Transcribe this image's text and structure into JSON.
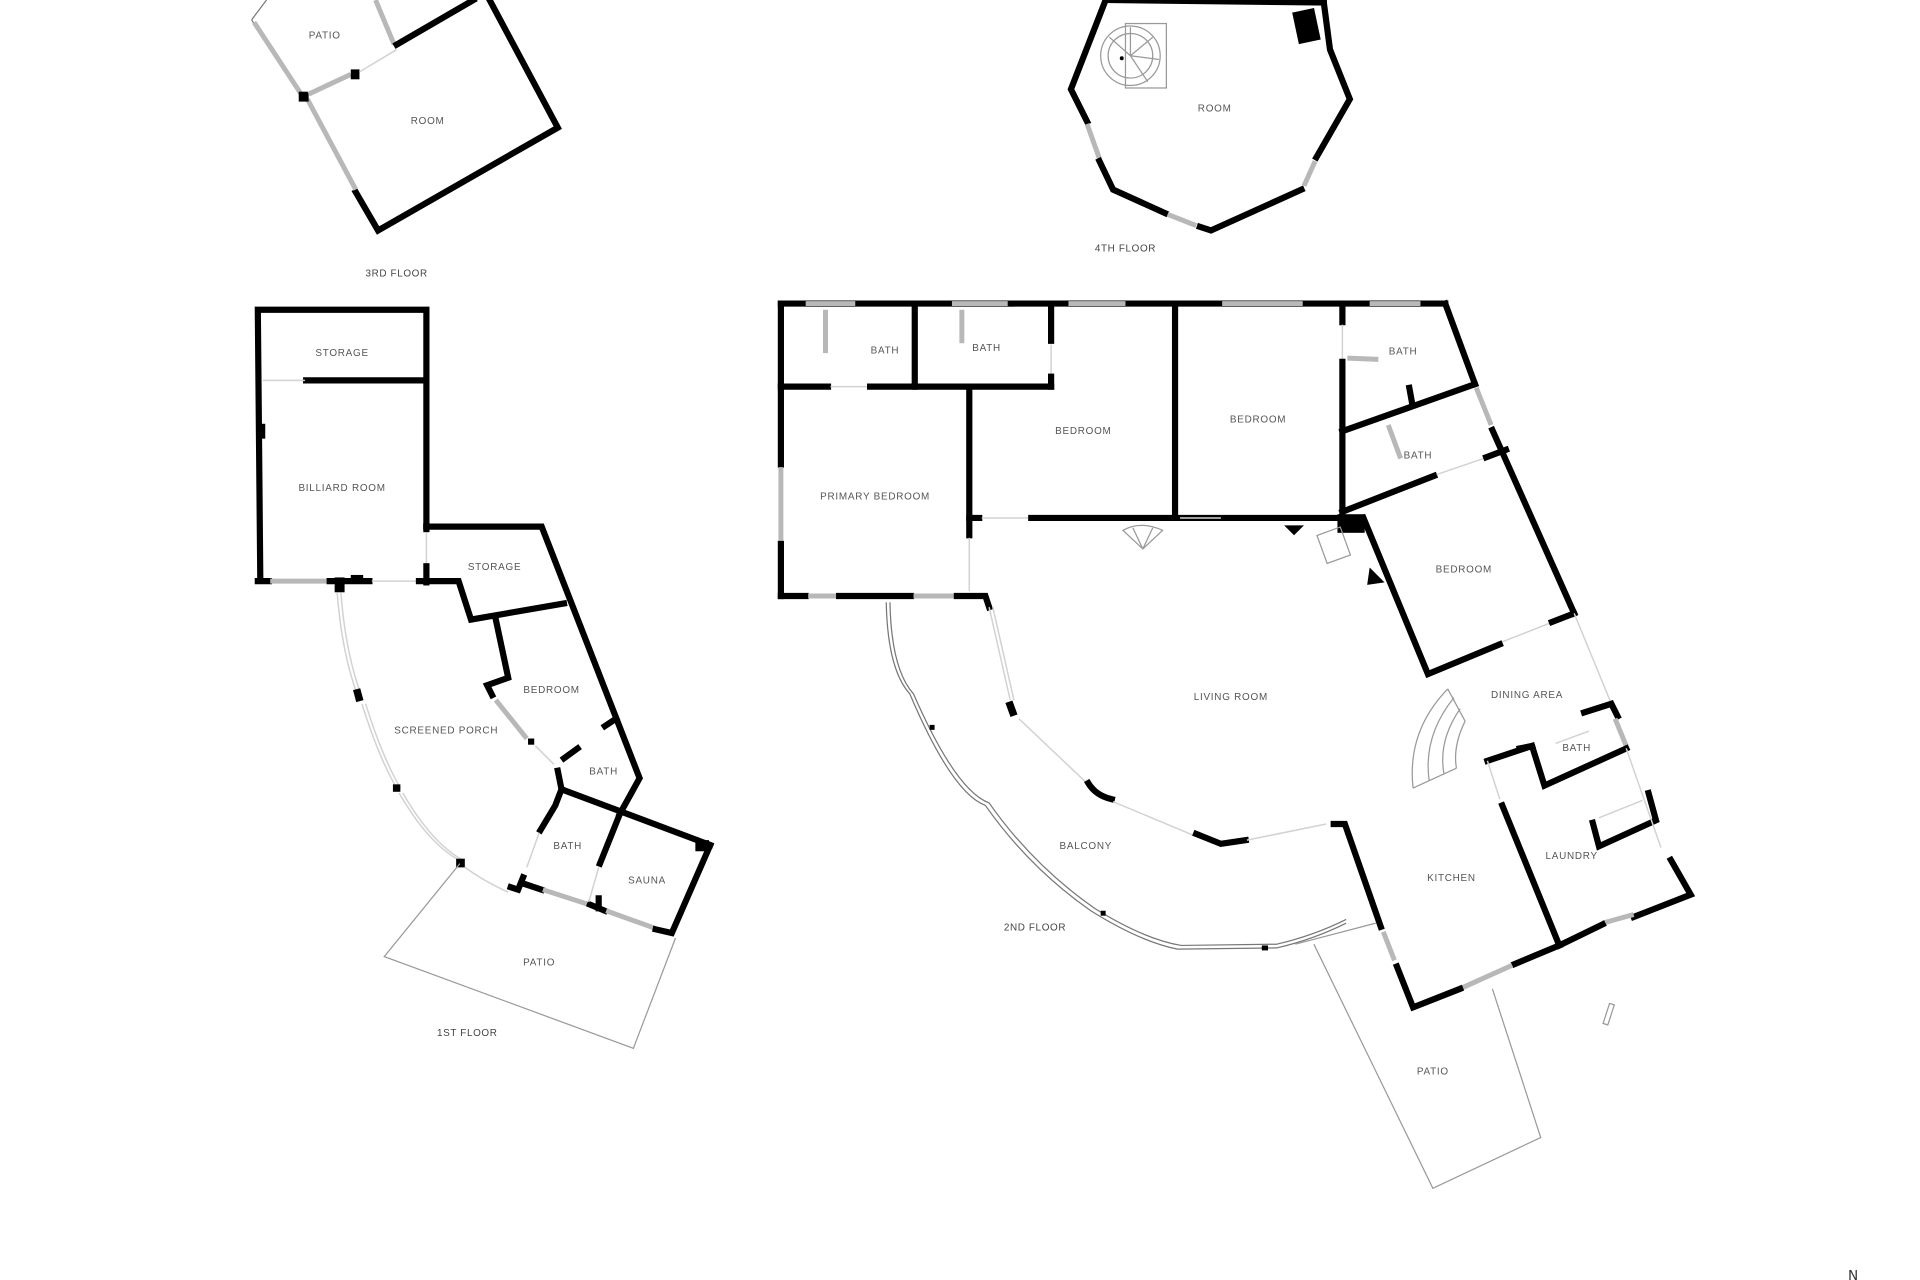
{
  "floors": [
    {
      "name": "1st Floor",
      "label": "1ST FLOOR",
      "rooms": [
        "STORAGE",
        "BILLIARD ROOM",
        "STORAGE",
        "BEDROOM",
        "SCREENED PORCH",
        "BATH",
        "BATH",
        "SAUNA",
        "PATIO"
      ]
    },
    {
      "name": "2nd Floor",
      "label": "2ND FLOOR",
      "rooms": [
        "BATH",
        "BATH",
        "BEDROOM",
        "BEDROOM",
        "BATH",
        "BATH",
        "PRIMARY BEDROOM",
        "BEDROOM",
        "LIVING ROOM",
        "DINING AREA",
        "BATH",
        "LAUNDRY",
        "KITCHEN",
        "BALCONY",
        "PATIO"
      ]
    },
    {
      "name": "3rd Floor",
      "label": "3RD FLOOR",
      "rooms": [
        "PATIO",
        "ROOM"
      ]
    },
    {
      "name": "4th Floor",
      "label": "4TH FLOOR",
      "rooms": [
        "ROOM"
      ]
    }
  ],
  "compass": {
    "label": "N"
  },
  "colors": {
    "wall": "#000000",
    "window": "#b8b8b8",
    "label": "#555555",
    "background": "#ffffff"
  }
}
